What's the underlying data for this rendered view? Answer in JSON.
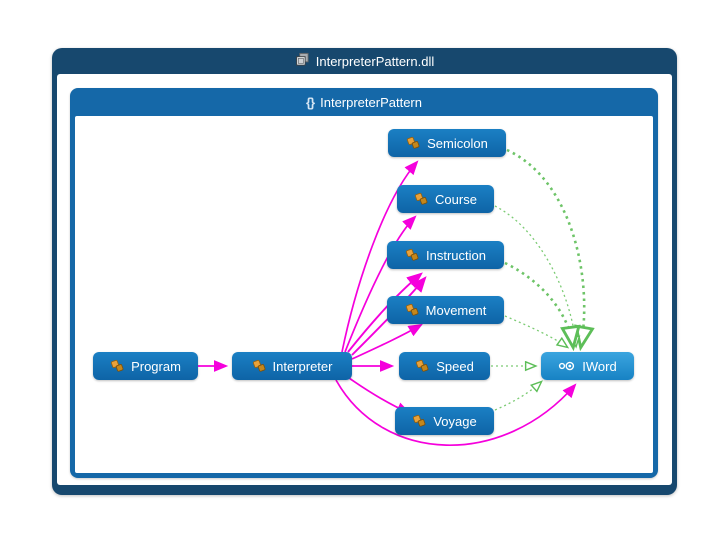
{
  "diagram": {
    "assembly": {
      "title": "InterpreterPattern.dll",
      "icon": "assembly-icon"
    },
    "namespace": {
      "title": "InterpreterPattern",
      "icon": "namespace-icon",
      "icon_glyph": "{}"
    },
    "nodes": [
      {
        "id": "program",
        "label": "Program",
        "type": "class"
      },
      {
        "id": "interpreter",
        "label": "Interpreter",
        "type": "class"
      },
      {
        "id": "semicolon",
        "label": "Semicolon",
        "type": "class"
      },
      {
        "id": "course",
        "label": "Course",
        "type": "class"
      },
      {
        "id": "instruction",
        "label": "Instruction",
        "type": "class"
      },
      {
        "id": "movement",
        "label": "Movement",
        "type": "class"
      },
      {
        "id": "speed",
        "label": "Speed",
        "type": "class"
      },
      {
        "id": "voyage",
        "label": "Voyage",
        "type": "class"
      },
      {
        "id": "iword",
        "label": "IWord",
        "type": "interface"
      }
    ],
    "edges": {
      "references": [
        {
          "from": "Program",
          "to": "Interpreter"
        },
        {
          "from": "Interpreter",
          "to": "Semicolon"
        },
        {
          "from": "Interpreter",
          "to": "Course"
        },
        {
          "from": "Interpreter",
          "to": "Instruction"
        },
        {
          "from": "Interpreter",
          "to": "Movement"
        },
        {
          "from": "Interpreter",
          "to": "Speed"
        },
        {
          "from": "Interpreter",
          "to": "Voyage"
        },
        {
          "from": "Interpreter",
          "to": "IWord"
        }
      ],
      "implements": [
        {
          "from": "Semicolon",
          "to": "IWord"
        },
        {
          "from": "Course",
          "to": "IWord"
        },
        {
          "from": "Instruction",
          "to": "IWord"
        },
        {
          "from": "Movement",
          "to": "IWord"
        },
        {
          "from": "Speed",
          "to": "IWord"
        },
        {
          "from": "Voyage",
          "to": "IWord"
        }
      ]
    },
    "colors": {
      "reference_edge": "#F500DC",
      "implements_edge": "#6EC468",
      "outer_container": "#17486E",
      "inner_container": "#1568A8",
      "class_node": "#1373BA",
      "interface_node": "#2B9BD8"
    }
  }
}
